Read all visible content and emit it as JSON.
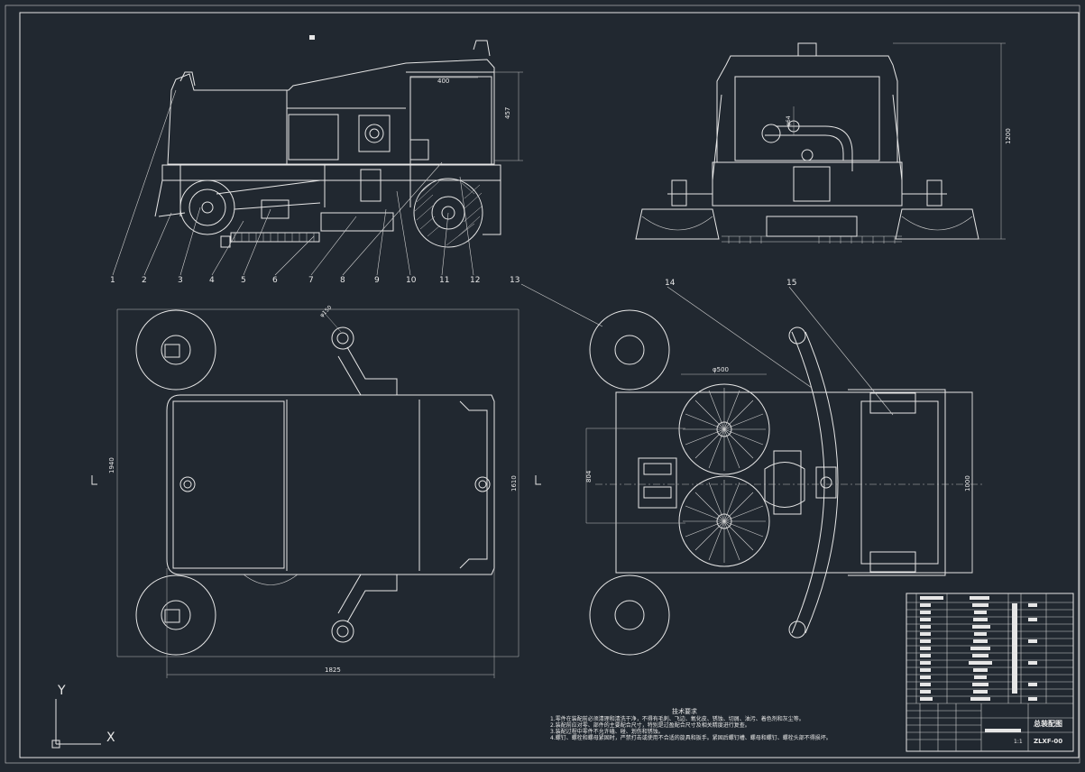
{
  "drawing": {
    "balloons": [
      "1",
      "2",
      "3",
      "4",
      "5",
      "6",
      "7",
      "8",
      "9",
      "10",
      "11",
      "12",
      "13",
      "14",
      "15"
    ],
    "dimensions": {
      "side_top_width": "400",
      "side_height": "457",
      "front_height": "1200",
      "top_length": "1825",
      "top_width_outer": "1940",
      "top_width_inner": "1610",
      "top_caster_dia": "φ150",
      "bottom_brush_span": "φ500",
      "bottom_width": "1000",
      "bottom_left_dim": "804",
      "front_small": "φ64"
    },
    "notes_title": "技术要求",
    "notes": [
      "1.零件在装配前必须清理和清洗干净，不得有毛刺、飞边、氧化皮、锈蚀、切屑、油污、着色剂和灰尘等。",
      "2.装配前应对零、部件的主要配合尺寸，特别是过盈配合尺寸及相关精度进行复查。",
      "3.装配过程中零件不允许磕、碰、划伤和锈蚀。",
      "4.螺钉、螺栓和螺母紧固时，严禁打击或使用不合适的旋具和扳手。紧固后螺钉槽、螺母和螺钉、螺栓头部不得损坏。"
    ],
    "title_block": {
      "title": "总装配图",
      "drawing_no": "ZLXF-00",
      "scale": "1:1"
    },
    "ucs": {
      "x_label": "X",
      "y_label": "Y"
    }
  }
}
